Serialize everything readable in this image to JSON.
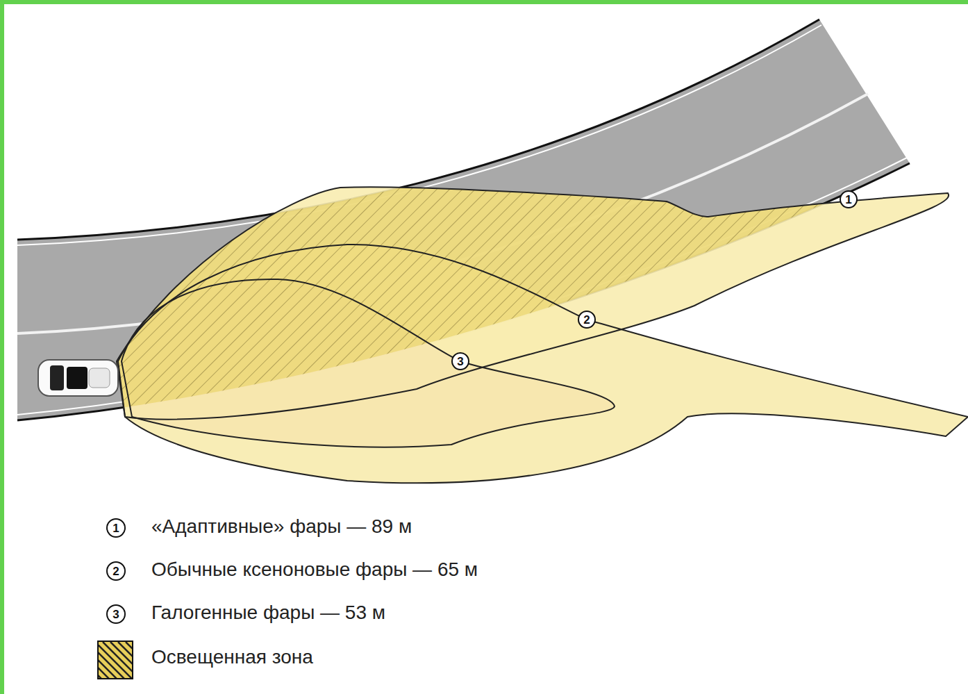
{
  "diagram": {
    "nodes": [
      {
        "text": [
          "1"
        ]
      },
      {
        "text": [
          "2"
        ]
      },
      {
        "text": [
          "3"
        ]
      }
    ],
    "labels": [
      "1",
      "2",
      "3"
    ],
    "legend": [
      {
        "text": "«Адаптивные» фары — 89 м"
      },
      {
        "text": "Обычные ксеноновые фары — 65 м"
      },
      {
        "text": "Галогенные фары — 53 м"
      },
      {
        "text": "Освещенная зона",
        "color": "#e8cf5a"
      }
    ]
  }
}
